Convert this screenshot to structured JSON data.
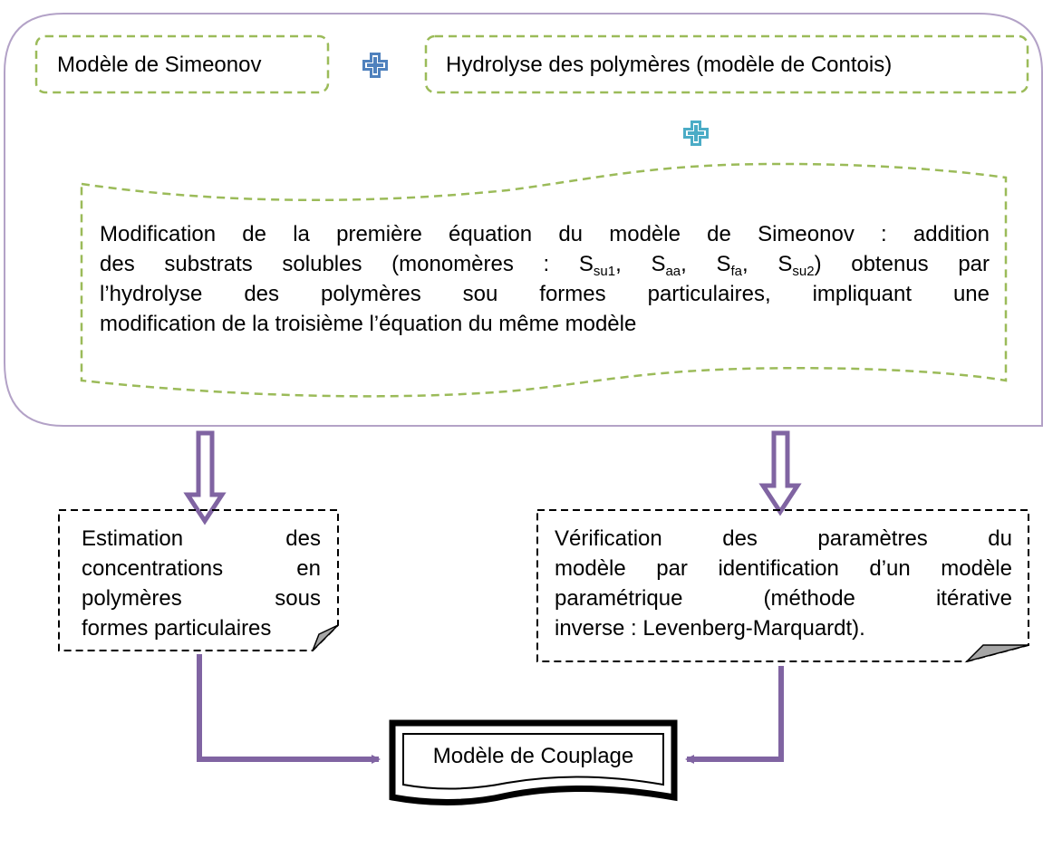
{
  "top_container": {
    "box_simeonov": "Modèle de Simeonov",
    "box_hydrolyse": "Hydrolyse des polymères (modèle de Contois)",
    "modification_lines": [
      "Modification de la première équation du modèle de Simeonov : addition",
      "l’hydrolyse des polymères sou formes particulaires, impliquant une",
      "modification de la troisième l’équation du même modèle"
    ],
    "modification_line2": {
      "before": "des substrats solubles (monomères : S",
      "sub1": "su1",
      "mid1": ", S",
      "sub2": "aa",
      "mid2": ", S",
      "sub3": "fa",
      "mid3": ", S",
      "sub4": "su2",
      "after": ") obtenus par"
    }
  },
  "left_note": {
    "lines": [
      "Estimation des",
      "concentrations en",
      "polymères sous",
      "formes particulaires"
    ]
  },
  "right_note": {
    "lines": [
      "Vérification des paramètres du",
      "modèle par identification d’un modèle",
      "paramétrique (méthode itérative",
      "inverse : Levenberg-Marquardt)."
    ]
  },
  "final_box": "Modèle de Couplage",
  "colors": {
    "container_border": "#b3a2c7",
    "dashed_green": "#9bbb59",
    "arrow_purple": "#8064a2",
    "plus_blue": "#4f81bd",
    "plus_teal": "#4bacc6",
    "note_fold": "#a6a6a6"
  },
  "icons": [
    "plus-icon",
    "plus-icon"
  ]
}
